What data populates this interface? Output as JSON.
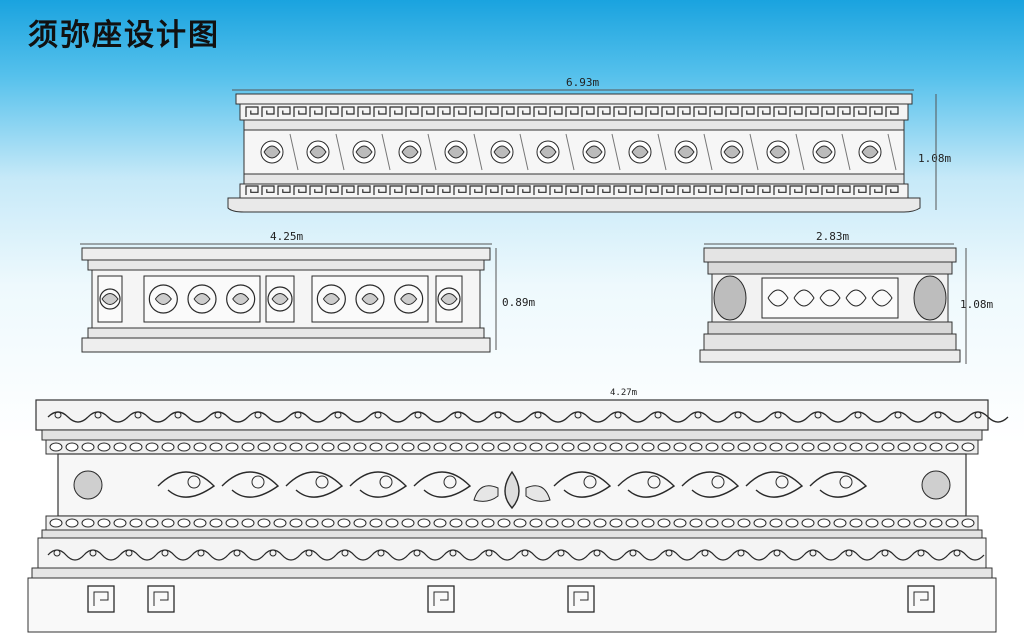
{
  "title": "须弥座设计图",
  "drawings": [
    {
      "id": "large",
      "width_label": "6.93m",
      "height_label": "1.08m"
    },
    {
      "id": "medium",
      "width_label": "4.25m",
      "height_label": "0.89m"
    },
    {
      "id": "small",
      "width_label": "2.83m",
      "height_label": "1.08m"
    },
    {
      "id": "detail",
      "width_label": "4.27m"
    }
  ],
  "colors": {
    "line": "#2a2a2a",
    "stone": "#f3f3f3",
    "stone_shade": "#d9d9d9"
  }
}
